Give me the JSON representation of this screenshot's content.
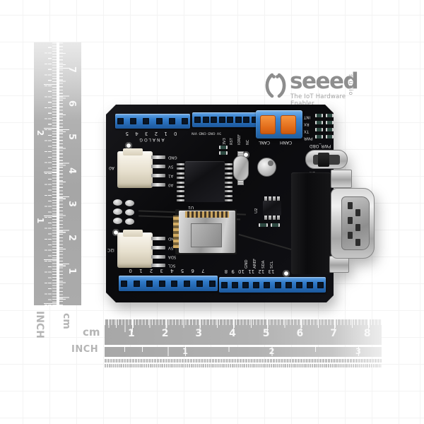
{
  "brand": {
    "name": "seeed",
    "sub": "studio",
    "tagline": "The IoT Hardware Enabler"
  },
  "rulers": {
    "side": {
      "cm_numbers": [
        "7",
        "6",
        "5",
        "4",
        "3",
        "2",
        "1"
      ],
      "inch_numbers": [
        "2",
        "1"
      ],
      "cm_label": "cm",
      "inch_label": "INCH"
    },
    "bottom": {
      "cm_numbers": [
        "1",
        "2",
        "3",
        "4",
        "5",
        "6",
        "7",
        "8"
      ],
      "inch_numbers": [
        "1",
        "2",
        "3"
      ],
      "cm_label": "cm",
      "inch_label": "INCH"
    }
  },
  "board": {
    "silk": {
      "analog_label": "ANALOG",
      "analog_pins": "0 1 2 3 4 5",
      "power_pins_horizontal": "5V GND GND VIN",
      "power_pins_vertical": [
        "3V3",
        "RST",
        "IOREF",
        "NC"
      ],
      "digital_pins_left": "7 6 5 4 3 2 1 0",
      "digital_pins_right": "13 12 11 10 9 8",
      "bus_pins": [
        "GND",
        "AREF",
        "SDA",
        "SCL"
      ],
      "grove_a_label": "A0",
      "grove_a_pins": [
        "GND",
        "5V",
        "A1",
        "A0"
      ],
      "grove_b_label": "I2C",
      "grove_b_pins": [
        "GND",
        "5V",
        "SDA",
        "SCL"
      ],
      "u1_label": "U1",
      "u2_label": "U2",
      "can_terminal_labels": [
        "CANL",
        "CANH"
      ],
      "led_labels": [
        "INT",
        "RX",
        "TX",
        "PWR"
      ],
      "power_switch_label": "PWR_OBD",
      "switch_on": "ON",
      "switch_off": "OFF"
    }
  }
}
